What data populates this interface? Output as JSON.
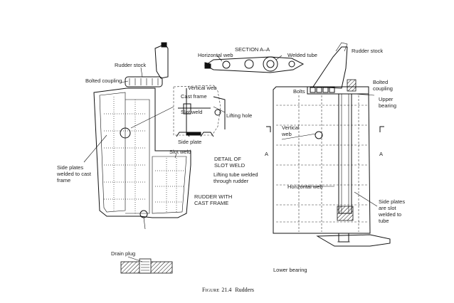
{
  "figure": {
    "caption_prefix": "F",
    "caption_word": "IGURE",
    "caption_number": "21.4",
    "caption_title": "Rudders"
  },
  "labels": {
    "section": "SECTION A–A",
    "horizontal_web_top": "Horizontal web",
    "welded_tube": "Welded tube",
    "rudder_stock_right": "Rudder stock",
    "rudder_stock_left": "Rudder stock",
    "bolted_coupling": "Bolted coupling",
    "vertical_web_detail": "Vertical web",
    "cast_frame": "Cast frame",
    "slot_weld_detail": "Slot weld",
    "lifting_hole": "Lifting hole",
    "side_plate": "Side plate",
    "slot_weld": "Slot weld",
    "detail_line1": "DETAIL OF",
    "detail_line2": "SLOT WELD",
    "lifting_tube_line1": "Lifting tube welded",
    "lifting_tube_line2": "through rudder",
    "rudder_cast_line1": "RUDDER WITH",
    "rudder_cast_line2": "CAST FRAME",
    "side_plates_left_1": "Side plates",
    "side_plates_left_2": "welded to cast",
    "side_plates_left_3": "frame",
    "drain_plug": "Drain plug",
    "bolted_right_1": "Bolted",
    "bolted_right_2": "coupling",
    "bolts": "Bolts",
    "upper_bearing_1": "Upper",
    "upper_bearing_2": "bearing",
    "vertical_web_right_1": "Vertical",
    "vertical_web_right_2": "web",
    "section_a_left": "A",
    "section_a_right": "A",
    "horizontal_web_right": "Horizontal web",
    "side_plates_right_1": "Side plates",
    "side_plates_right_2": "are slot",
    "side_plates_right_3": "welded to",
    "side_plates_right_4": "tube",
    "lower_bearing": "Lower bearing"
  }
}
